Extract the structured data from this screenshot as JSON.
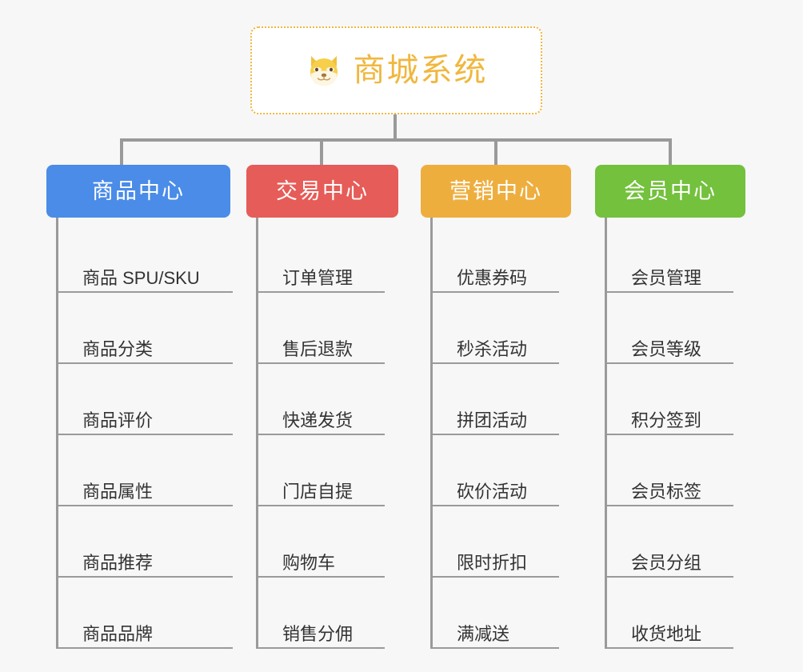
{
  "root": {
    "icon": "dog-face-icon",
    "title": "商城系统",
    "accent_color": "#f0b73e",
    "background": "#ffffff",
    "border_style": "dotted"
  },
  "page": {
    "background_color": "#f7f7f7",
    "connector_color": "#9a9a9a"
  },
  "branches": [
    {
      "label": "商品中心",
      "color": "#4a8ce8",
      "items": [
        {
          "label": "商品 SPU/SKU"
        },
        {
          "label": "商品分类"
        },
        {
          "label": "商品评价"
        },
        {
          "label": "商品属性"
        },
        {
          "label": "商品推荐"
        },
        {
          "label": "商品品牌"
        }
      ]
    },
    {
      "label": "交易中心",
      "color": "#e65c58",
      "items": [
        {
          "label": "订单管理"
        },
        {
          "label": "售后退款"
        },
        {
          "label": "快递发货"
        },
        {
          "label": "门店自提"
        },
        {
          "label": "购物车"
        },
        {
          "label": "销售分佣"
        }
      ]
    },
    {
      "label": "营销中心",
      "color": "#eeae3e",
      "items": [
        {
          "label": "优惠券码"
        },
        {
          "label": "秒杀活动"
        },
        {
          "label": "拼团活动"
        },
        {
          "label": "砍价活动"
        },
        {
          "label": "限时折扣"
        },
        {
          "label": "满减送"
        }
      ]
    },
    {
      "label": "会员中心",
      "color": "#73c13d",
      "items": [
        {
          "label": "会员管理"
        },
        {
          "label": "会员等级"
        },
        {
          "label": "积分签到"
        },
        {
          "label": "会员标签"
        },
        {
          "label": "会员分组"
        },
        {
          "label": "收货地址"
        }
      ]
    }
  ]
}
